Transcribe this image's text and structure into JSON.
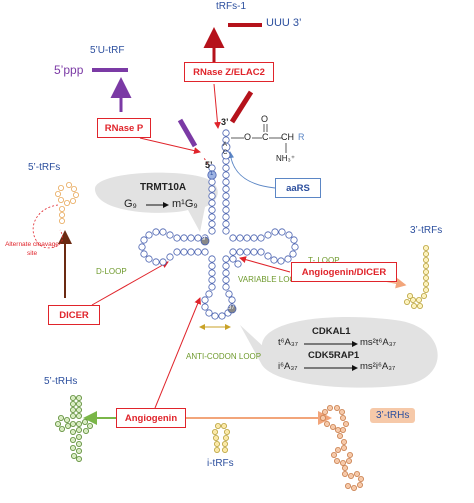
{
  "colors": {
    "enzyme_red": "#e0242b",
    "loop_green": "#6f9a2d",
    "trf_blue": "#2c4f9e",
    "purple": "#7b3aa5",
    "dark_red": "#b5121b",
    "stem_blue": "#4a62b0"
  },
  "labels": {
    "trfs1": "tRFs-1",
    "uuu3": "UUU 3’",
    "u5_trf": "5’U-tRF",
    "ppp5": "5’ppp",
    "trfs5": "5’-tRFs",
    "alternate_cleavage": "Alternate cleavage site",
    "trfs3": "3’-tRFs",
    "trhs5": "5’-tRHs",
    "trhs3": "3’-tRHs",
    "itrfs": "i-tRFs",
    "end3": "3’",
    "end5": "5’",
    "nh3": "NH₃⁺",
    "res_o": "O",
    "res_c": "C",
    "res_chr": "CH",
    "res_r": "R",
    "res_dbl_o": "O",
    "num_a": "A",
    "num_c": "C"
  },
  "enzymes": {
    "rnase_z": "RNase Z/ELAC2",
    "rnase_p": "RNase P",
    "aars": "aaRS",
    "angiogenin_dicer": "Angiogenin/DICER",
    "dicer": "DICER",
    "angiogenin": "Angiogenin"
  },
  "loops": {
    "d_loop": "D-LOOP",
    "t_loop": "T- LOOP",
    "variable_loop": "VARIABLE LOOP",
    "anticodon_loop": "ANTI-CODON LOOP"
  },
  "markers": {
    "g9": "9",
    "pos37": "37",
    "pos1": "1"
  },
  "modifications": {
    "trmt10a": {
      "enzyme": "TRMT10A",
      "substrate": "G₉",
      "product": "m¹G₉"
    },
    "cdkal1": {
      "enzyme": "CDKAL1",
      "substrate": "t⁶A₃₇",
      "product": "ms²t⁶A₃₇"
    },
    "cdk5rap1": {
      "enzyme": "CDK5RAP1",
      "substrate": "i⁶A₃₇",
      "product": "ms²i⁶A₃₇"
    }
  }
}
